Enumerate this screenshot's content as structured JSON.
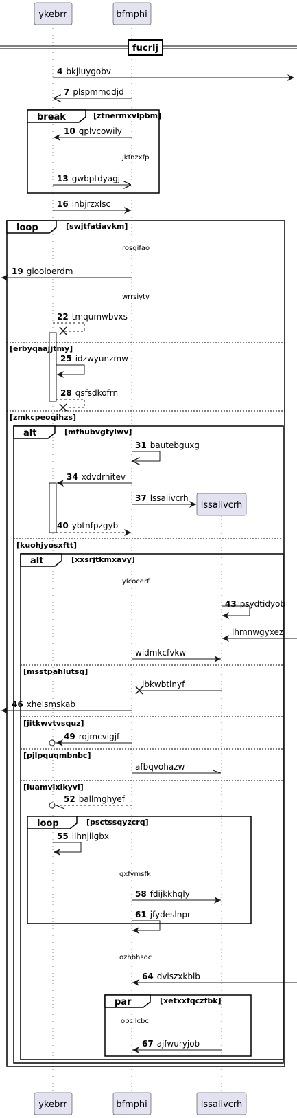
{
  "participants": [
    {
      "key": "p1",
      "label": "ykebrr"
    },
    {
      "key": "p2",
      "label": "bfmphi"
    },
    {
      "key": "p3",
      "label": "lssalivcrh"
    }
  ],
  "divider": {
    "label": "fucrlj"
  },
  "messages": [
    {
      "num": "4",
      "label": "bkjluygobv"
    },
    {
      "num": "7",
      "label": "plspmmqdjd"
    },
    {
      "num": "10",
      "label": "qplvcowily"
    },
    {
      "num": "13",
      "label": "gwbptdyagj"
    },
    {
      "num": "16",
      "label": "inbjrzxlsc"
    },
    {
      "num": "19",
      "label": "giooloerdm"
    },
    {
      "num": "22",
      "label": "tmqumwbvxs"
    },
    {
      "num": "25",
      "label": "idzwyunzmw"
    },
    {
      "num": "28",
      "label": "qsfsdkofrn"
    },
    {
      "num": "31",
      "label": "bautebguxg"
    },
    {
      "num": "34",
      "label": "xdvdrhitev"
    },
    {
      "num": "37",
      "label": "lssalivcrh"
    },
    {
      "num": "40",
      "label": "ybtnfpzgyb"
    },
    {
      "num": "43",
      "label": "psydtidyob"
    },
    {
      "num": "",
      "label": "lhmnwgyxez"
    },
    {
      "num": "",
      "label": "wldmkcfvkw"
    },
    {
      "num": "",
      "label": "lbkwbtlnyf"
    },
    {
      "num": "46",
      "label": "xhelsmskab"
    },
    {
      "num": "49",
      "label": "rqjmcvigjf"
    },
    {
      "num": "",
      "label": "afbqvohazw"
    },
    {
      "num": "52",
      "label": "ballmghyef"
    },
    {
      "num": "55",
      "label": "llhnjilgbx"
    },
    {
      "num": "58",
      "label": "fdijkkhqly"
    },
    {
      "num": "61",
      "label": "jfydeslnpr"
    },
    {
      "num": "64",
      "label": "dviszxkblb"
    },
    {
      "num": "67",
      "label": "ajfwuryjob"
    }
  ],
  "notes": [
    "jkfnzxfp",
    "rosgifao",
    "wrrsiyty",
    "ylcocerf",
    "gxfymsfk",
    "ozhbhsoc",
    "obcilcbc"
  ],
  "frames": [
    {
      "keyword": "break",
      "condition": "[ztnermxvlpbm]"
    },
    {
      "keyword": "loop",
      "condition": "[swjtfatiavkm]"
    },
    {
      "keyword": "alt",
      "condition": "[mfhubvgtylwv]"
    },
    {
      "keyword": "alt",
      "condition": "[xxsrjtkmxavy]"
    },
    {
      "keyword": "loop",
      "condition": "[psctssqyzcrq]"
    },
    {
      "keyword": "par",
      "condition": "[xetxxfqczfbk]"
    }
  ],
  "sections": [
    "[erbyqaajjtmy]",
    "[zmkcpeoqihzs]",
    "[kuohjyosxftt]",
    "[msstpahlutsq]",
    "[jitkwvtvsquz]",
    "[pjlpquqmbnbc]",
    "[luamvlxlkyvi]"
  ]
}
